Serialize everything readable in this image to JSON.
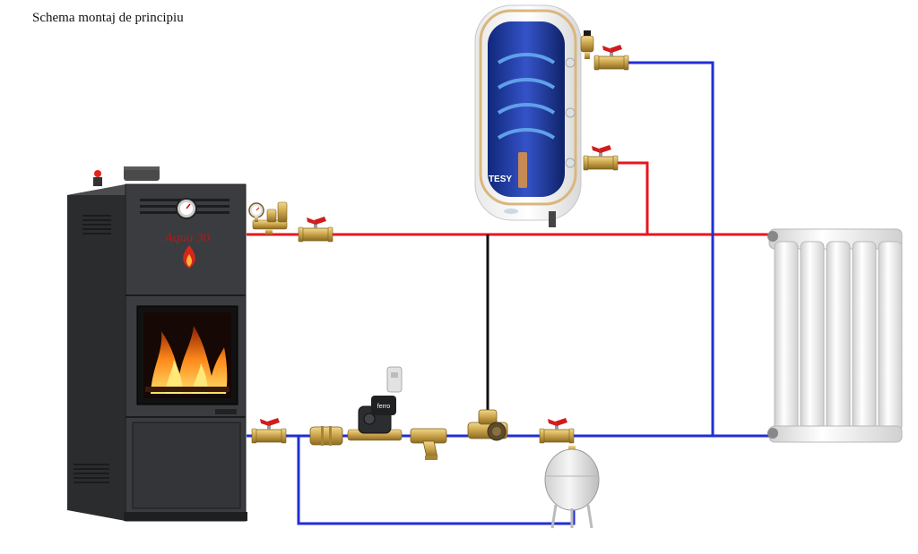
{
  "title": "Schema montaj de principiu",
  "boiler": {
    "model_label": "Aqua 30"
  },
  "tank": {
    "brand_label": "TESY"
  },
  "pump": {
    "brand_label": "ferro"
  },
  "colors": {
    "supply_pipe": "#e8161e",
    "return_pipe": "#1f2fd6",
    "link_pipe": "#111111",
    "brass": "#c9a24a",
    "valve_handle": "#d21c1c"
  },
  "icons": [
    "gauge-icon",
    "flame-icon",
    "fire-icon",
    "ball-valve-icon",
    "check-valve-icon",
    "circulation-pump-icon",
    "strainer-icon",
    "mixing-valve-icon",
    "expansion-vessel-icon",
    "air-vent-icon",
    "safety-group-icon"
  ]
}
